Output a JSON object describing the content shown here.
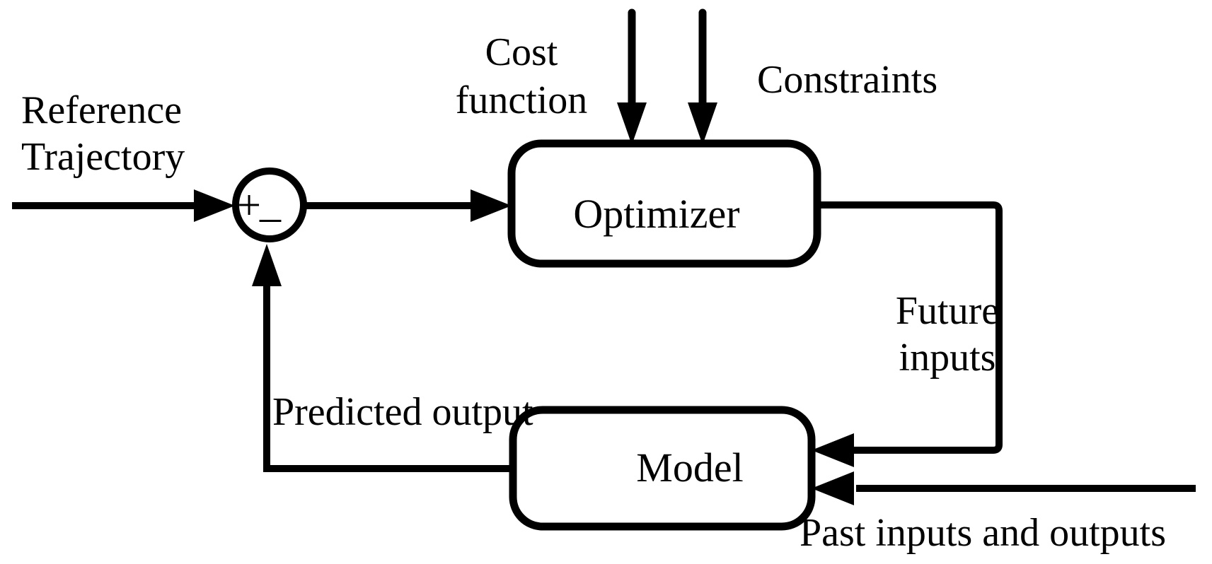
{
  "diagram": {
    "colors": {
      "stroke": "#000000",
      "background": "#ffffff"
    },
    "nodes": {
      "optimizer_label": "Optimizer",
      "model_label": "Model"
    },
    "sum_junction": {
      "plus": "+",
      "minus": "_"
    },
    "labels": {
      "reference_line1": "Reference",
      "reference_line2": "Trajectory",
      "cost_line1": "Cost",
      "cost_line2": "function",
      "constraints": "Constraints",
      "future_line1": "Future",
      "future_line2": "inputs",
      "predicted_output": "Predicted output",
      "past_inputs_outputs": "Past inputs and outputs"
    }
  }
}
